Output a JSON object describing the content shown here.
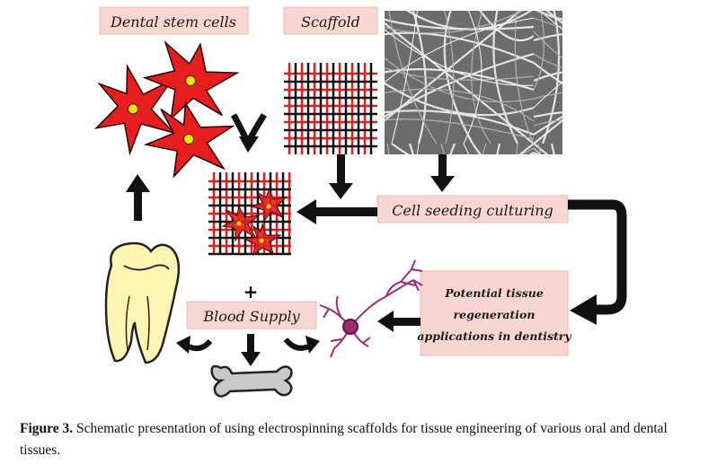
{
  "labels": {
    "dental_stem_cells": "Dental stem cells",
    "scaffold": "Scaffold",
    "cell_seeding": "Cell seeding culturing",
    "blood_supply": "Blood Supply",
    "potential_line1": "Potential tissue",
    "potential_line2": "regeneration",
    "potential_line3": "applications in dentistry",
    "plus": "+"
  },
  "caption": {
    "figure_label": "Figure 3.",
    "text": "Schematic presentation of using electrospinning scaffolds for tissue engineering of various oral and dental tissues."
  },
  "colors": {
    "label_bg": "#f7d6d2",
    "cell_red": "#e61e1e",
    "cell_nucleus": "#f2e200",
    "scaffold_red": "#e02020",
    "arrow": "#111111",
    "tooth_fill": "#fff6b3",
    "neuron": "#a02a78"
  },
  "icons": [
    "stem-cell-icon",
    "scaffold-grid-icon",
    "electrospun-fiber-image",
    "tooth-icon",
    "bone-icon",
    "neuron-icon"
  ]
}
